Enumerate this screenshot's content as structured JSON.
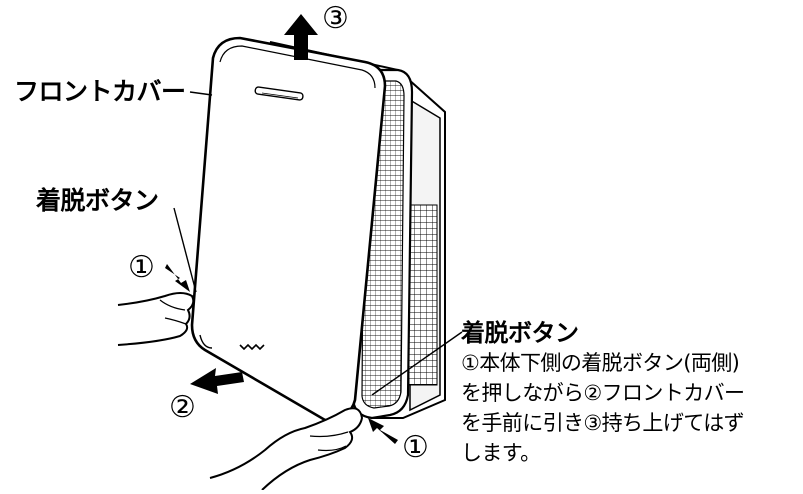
{
  "labels": {
    "front_cover": "フロントカバー",
    "release_button_left": "着脱ボタン",
    "step1_left": "①",
    "step1_right": "①",
    "step2": "②",
    "step3": "③"
  },
  "note": {
    "title": "着脱ボタン",
    "lines": [
      "①本体下側の着脱ボタン(両側)",
      "を押しながら②フロントカバー",
      "を手前に引き③持ち上げてはず",
      "します。"
    ]
  },
  "colors": {
    "line": "#000000",
    "background": "#ffffff",
    "tone": "#eeeeee"
  },
  "icons": {
    "up_arrow": "up-arrow-icon",
    "left_arrow": "left-arrow-icon",
    "press_arrow": "press-arrow-icon"
  }
}
